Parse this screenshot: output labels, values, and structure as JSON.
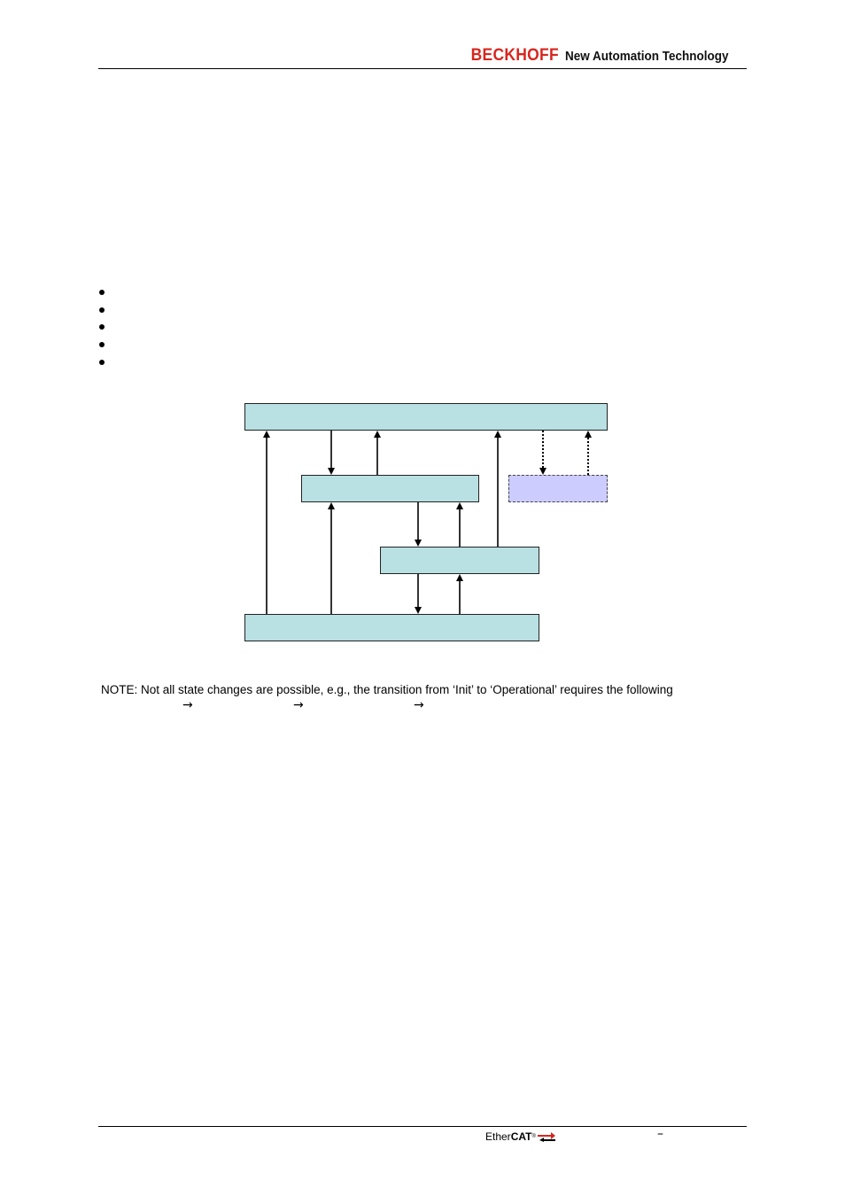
{
  "header": {
    "brand": "BECKHOFF",
    "tagline": "New Automation Technology"
  },
  "note": {
    "text": "NOTE: Not all state changes are possible, e.g., the transition from ‘Init’ to ‘Operational’ requires the following",
    "arrow": "→"
  },
  "footer": {
    "logo_text_ether": "Ether",
    "logo_text_cat": "CAT",
    "logo_reg": "®",
    "dash": "–"
  },
  "colors": {
    "state_box": "#b9e0e2",
    "bootstrap_box": "#ccccff",
    "brand": "#d7261e"
  }
}
